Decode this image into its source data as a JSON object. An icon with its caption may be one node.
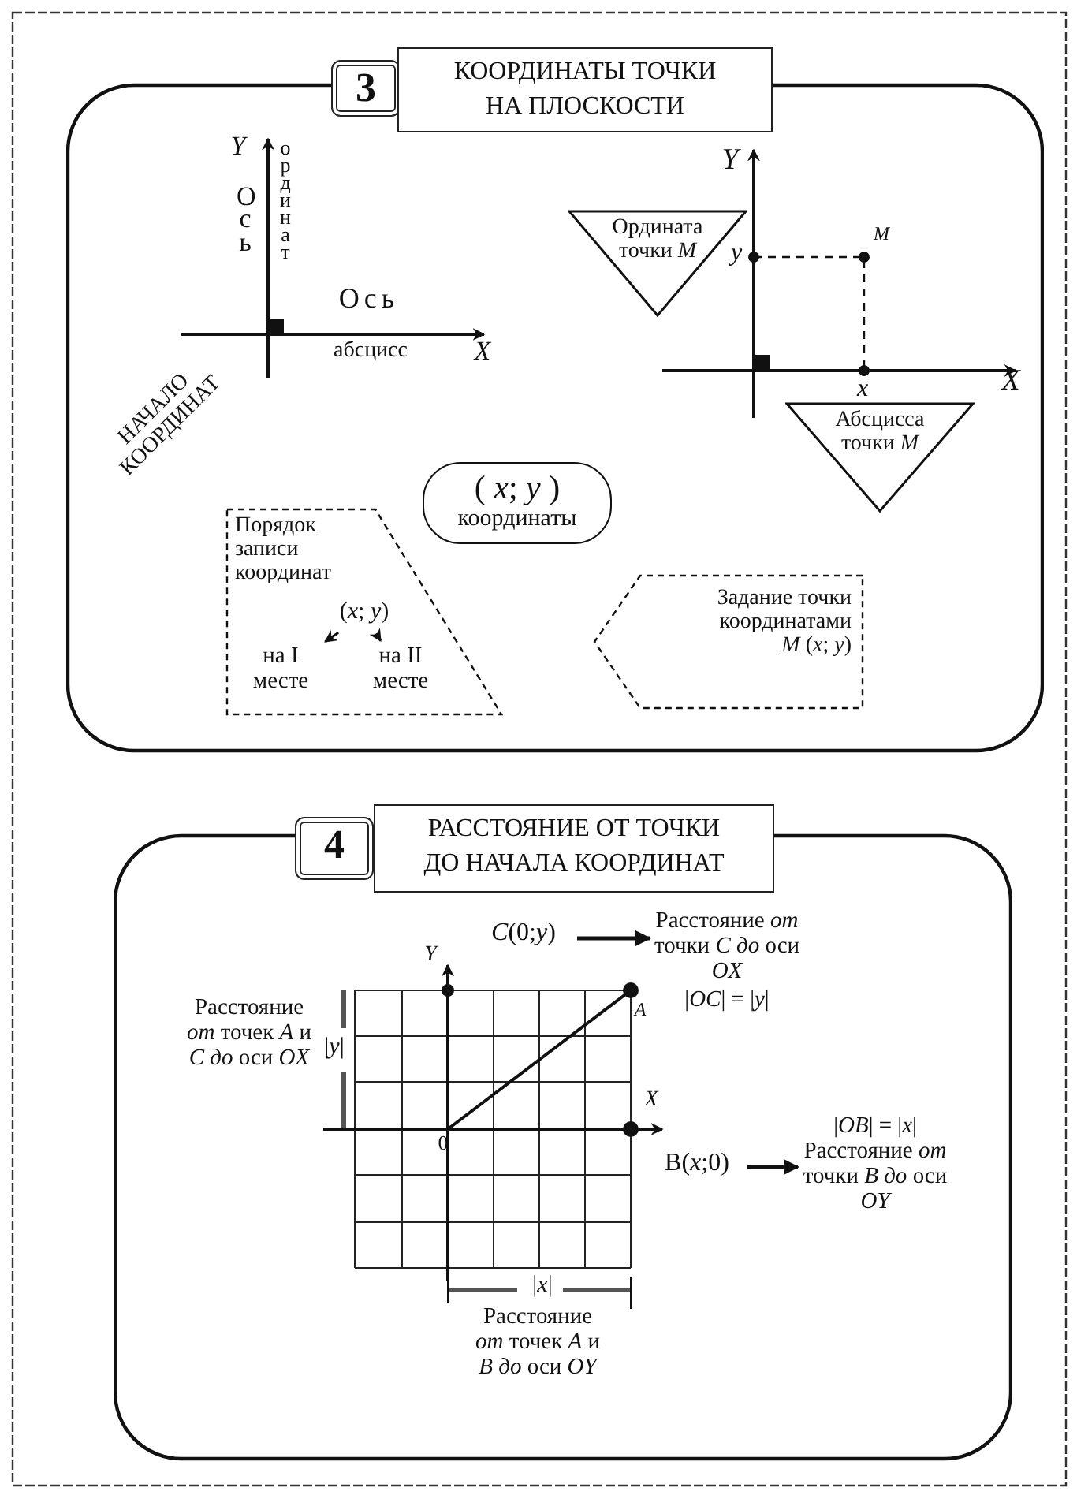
{
  "diagram": {
    "nodes": [
      {
        "text": [
          "3",
          "КООРДИНАТЫ ТОЧКИ НА ПЛОСКОСТИ"
        ]
      },
      {
        "text": [
          "Ордината точки *M*"
        ],
        "in": 0
      },
      {
        "text": [
          "Абсцисса точки *M*"
        ],
        "in": 0
      },
      {
        "text": [
          "( *x*; *y* )",
          "координаты"
        ],
        "in": 0
      },
      {
        "text": [
          "Порядок записи координат"
        ],
        "in": 0
      },
      {
        "text": [
          "(*x*; *y*)"
        ],
        "in": 4
      },
      {
        "text": [
          "на I месте"
        ],
        "in": 4
      },
      {
        "text": [
          "на II месте"
        ],
        "in": 4
      },
      {
        "text": [
          "Задание точки координатами *M* (*x*; *y*)"
        ],
        "in": 0
      },
      {
        "text": [
          "4",
          "РАССТОЯНИЕ ОТ ТОЧКИ ДО НАЧАЛА КООРДИНАТ"
        ]
      },
      {
        "text": [
          "*C*(0;*y*)"
        ],
        "in": 9
      },
      {
        "text": [
          "Расстояние *от* точки *C* *до* оси *OX*",
          "|*OC*| = |*y*|"
        ],
        "in": 9
      },
      {
        "text": [
          "B(*x*;0)"
        ],
        "in": 9
      },
      {
        "text": [
          "|*OB*| = |*x*|",
          "Расстояние *от* точки *B* *до* оси *OY*"
        ],
        "in": 9
      },
      {
        "text": [],
        "shape": "picture",
        "in": 9
      }
    ],
    "edges": [
      {
        "from": 5,
        "to": 6,
        "arrow": "to"
      },
      {
        "from": 5,
        "to": 7,
        "arrow": "to"
      },
      {
        "from": 10,
        "to": 11,
        "arrow": "to"
      },
      {
        "from": 12,
        "to": 13,
        "arrow": "to"
      }
    ],
    "labels": [
      "Y",
      "Ось",
      "ординат",
      "Y",
      "y",
      "M",
      "Ось",
      "абсцисс",
      "X",
      "x",
      "X",
      "НАЧАЛО КООРДИНАТ",
      "Y",
      "A",
      "Расстояние *от* точек *A* и *C* *до* оси *OX*",
      "|*y*|",
      "X",
      "0",
      "|*x*|",
      "Расстояние *от* точек *A* и *B* *до* оси *OY*"
    ]
  }
}
